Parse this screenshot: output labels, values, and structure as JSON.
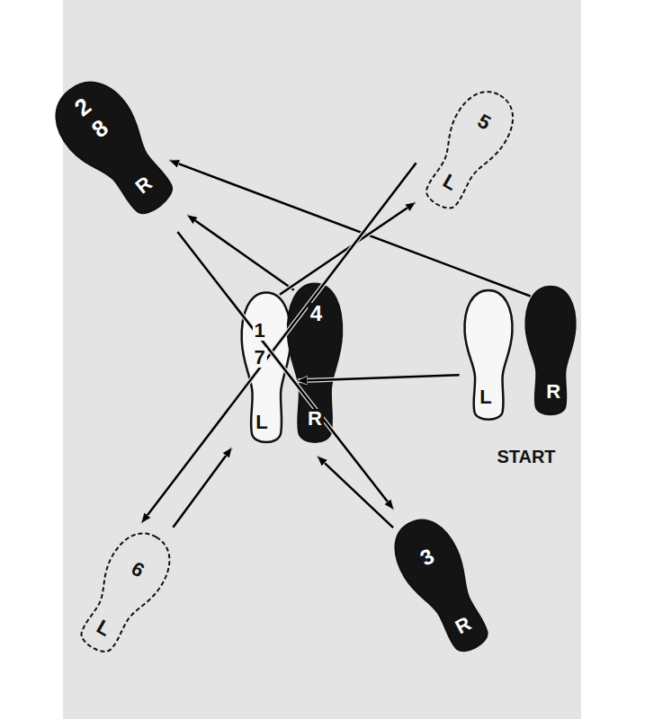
{
  "diagram": {
    "nodes": [
      {
        "text": [
          "2",
          "8",
          "R"
        ]
      },
      {
        "text": [
          "5",
          "L"
        ]
      },
      {
        "text": [
          "1",
          "7",
          "L"
        ]
      },
      {
        "text": [
          "4",
          "R"
        ]
      },
      {
        "text": [
          "L"
        ]
      },
      {
        "text": [
          "R"
        ]
      },
      {
        "text": [
          "6",
          "L"
        ]
      },
      {
        "text": [
          "3",
          "R"
        ]
      }
    ],
    "edges": [
      {
        "from": 5,
        "to": 0,
        "arrow": "to"
      },
      {
        "from": 4,
        "to": 2,
        "arrow": "to"
      },
      {
        "from": 3,
        "to": 0,
        "arrow": "to"
      },
      {
        "from": 2,
        "to": 1,
        "arrow": "to"
      },
      {
        "from": 1,
        "to": 6,
        "arrow": "to"
      },
      {
        "from": 6,
        "to": 2,
        "arrow": "to"
      },
      {
        "from": 0,
        "to": 7,
        "arrow": "to"
      },
      {
        "from": 7,
        "to": 3,
        "arrow": "to"
      }
    ],
    "labels": [
      "START"
    ]
  }
}
